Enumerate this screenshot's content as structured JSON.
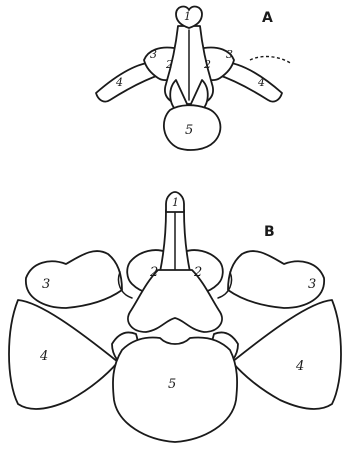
{
  "figure": {
    "panels": [
      {
        "id": "A",
        "label": "A",
        "parts": {
          "p1": "1",
          "p2a": "2",
          "p2b": "2",
          "p3a": "3",
          "p3b": "3",
          "p4a": "4",
          "p4b": "4",
          "p5": "5"
        }
      },
      {
        "id": "B",
        "label": "B",
        "parts": {
          "p1": "1",
          "p2a": "2",
          "p2b": "2",
          "p3a": "3",
          "p3b": "3",
          "p4a": "4",
          "p4b": "4",
          "p5": "5"
        }
      }
    ],
    "colors": {
      "ink": "#1a1a1a",
      "paper": "#ffffff"
    }
  }
}
